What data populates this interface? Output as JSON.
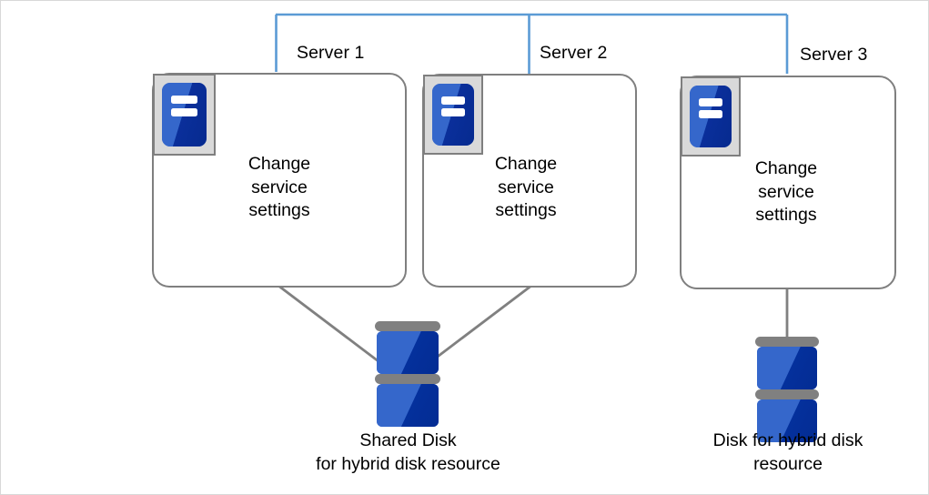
{
  "diagram": {
    "title": "Hybrid disk resource server configuration",
    "colors": {
      "network_line": "#5b9bd5",
      "connector_line": "#808080",
      "box_border": "#7f7f7f",
      "icon_frame": "#d9d9d9",
      "icon_blue_light": "#3567cb",
      "icon_blue_dark": "#052d96",
      "canvas_border": "#d8d8d8",
      "text": "#000000"
    },
    "network": {
      "name": "interconnect-bus",
      "orientation": "horizontal-bus-with-drops",
      "drop_count": 3
    },
    "servers": [
      {
        "id": "server-1",
        "label": "Server 1",
        "caption": "Change\nservice\nsettings",
        "icon": "server-icon"
      },
      {
        "id": "server-2",
        "label": "Server 2",
        "caption": "Change\nservice\nsettings",
        "icon": "server-icon"
      },
      {
        "id": "server-3",
        "label": "Server 3",
        "caption": "Change\nservice\nsettings",
        "icon": "server-icon"
      }
    ],
    "disks": [
      {
        "id": "shared-disk",
        "caption": "Shared Disk\nfor hybrid disk resource",
        "icon": "disk-stack-icon",
        "connected_to": [
          "server-1",
          "server-2"
        ]
      },
      {
        "id": "hybrid-disk",
        "caption": "Disk for hybrid disk\nresource",
        "icon": "disk-stack-icon",
        "connected_to": [
          "server-3"
        ]
      }
    ]
  }
}
